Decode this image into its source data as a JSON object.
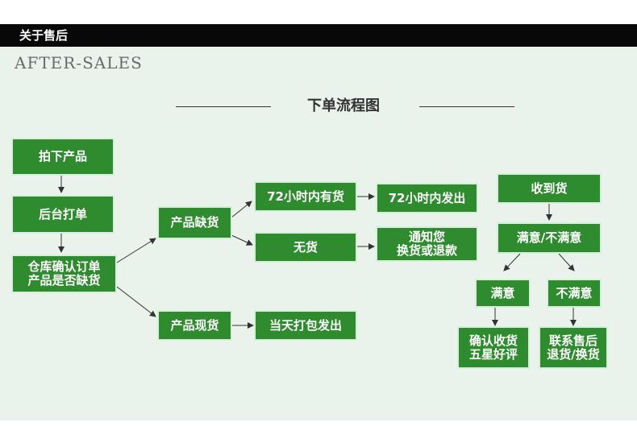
{
  "header": {
    "title": "关于售后",
    "subtitle": "AFTER-SALES"
  },
  "flow": {
    "title": "下单流程图",
    "nodes": {
      "order": "拍下产品",
      "backend": "后台打单",
      "check": "仓库确认订单\n产品是否缺货",
      "out_of_stock": "产品缺货",
      "in_stock": "产品现货",
      "restock_72h": "72小时内有货",
      "no_stock": "无货",
      "ship_72h": "72小时内发出",
      "notify": "通知您\n换货或退款",
      "ship_today": "当天打包发出",
      "received": "收到货",
      "satisfied_or_not": "满意/不满意",
      "satisfied": "满意",
      "not_satisfied": "不满意",
      "confirm_review": "确认收货\n五星好评",
      "contact_service": "联系售后\n退货/换货"
    }
  },
  "colors": {
    "box_fill": "#2e8b2e",
    "box_border": "#d8eedc",
    "background": "#e9f3ec",
    "topbar": "#080808",
    "text_dark": "#333333"
  }
}
